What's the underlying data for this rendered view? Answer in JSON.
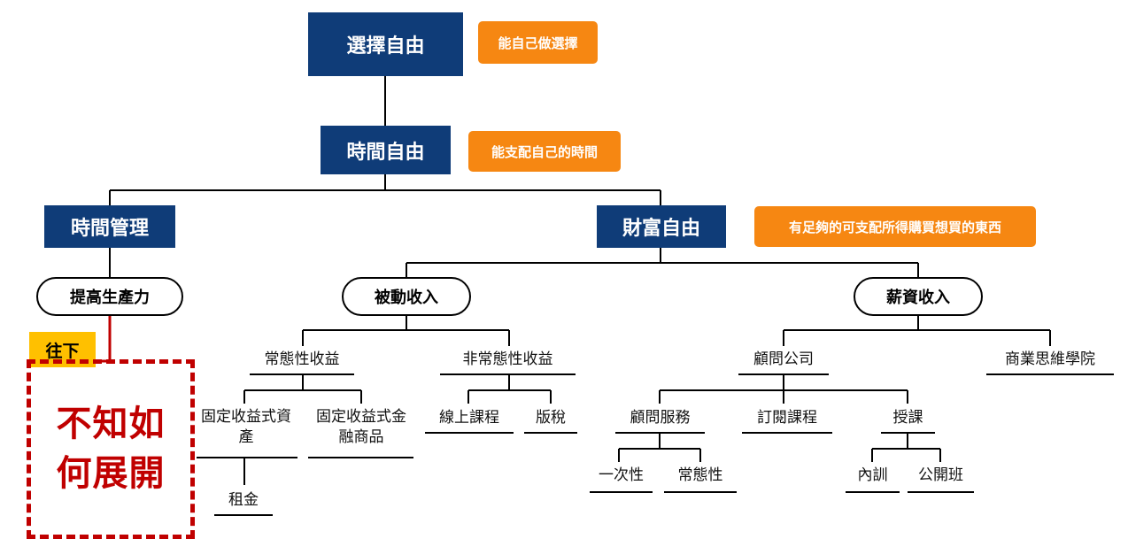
{
  "top": {
    "freedom_of_choice": "選擇自由",
    "freedom_of_choice_note": "能自己做選擇",
    "time_freedom": "時間自由",
    "time_freedom_note": "能支配自己的時間"
  },
  "level2": {
    "time_management": "時間管理",
    "wealth_freedom": "財富自由",
    "wealth_freedom_note": "有足夠的可支配所得購買想買的東西"
  },
  "level3": {
    "productivity": "提高生產力",
    "passive_income": "被動收入",
    "salary_income": "薪資收入"
  },
  "callout": {
    "tag": "往下",
    "text_line1": "不知如",
    "text_line2": "何展開"
  },
  "passive": {
    "regular": "常態性收益",
    "irregular": "非常態性收益",
    "fixed_asset": "固定收益式資產",
    "fixed_financial": "固定收益式金融商品",
    "rent": "租金",
    "online_course": "線上課程",
    "royalty": "版稅"
  },
  "salary": {
    "consulting_company": "顧問公司",
    "business_academy": "商業思維學院",
    "consulting_service": "顧問服務",
    "subscription": "訂閱課程",
    "teaching": "授課",
    "one_time": "一次性",
    "recurring": "常態性",
    "internal_training": "內訓",
    "public_class": "公開班"
  }
}
